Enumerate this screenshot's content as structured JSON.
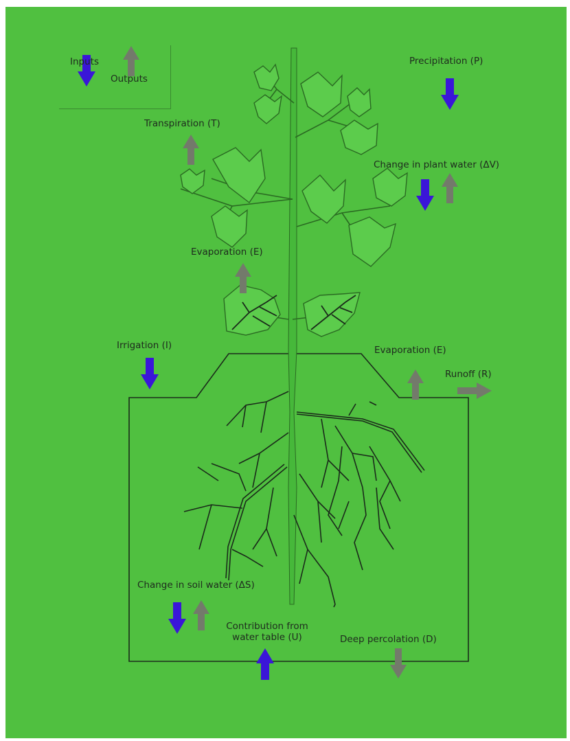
{
  "legend": {
    "inputs_label": "Inputs",
    "outputs_label": "Outputs"
  },
  "labels": {
    "precipitation": "Precipitation (P)",
    "transpiration": "Transpiration (T)",
    "plant_water": "Change in plant water (ΔV)",
    "evaporation_leaf": "Evaporation (E)",
    "irrigation": "Irrigation (I)",
    "evaporation_soil": "Evaporation (E)",
    "runoff": "Runoff (R)",
    "soil_water": "Change in soil water (ΔS)",
    "water_table": "Contribution from\nwater table (U)",
    "deep_percolation": "Deep percolation (D)"
  },
  "colors": {
    "background": "#50c040",
    "input_arrow": "#3a16d8",
    "output_arrow": "#737a6b",
    "leaf_fill": "#5ccc4c",
    "line": "#1a2a1a"
  }
}
